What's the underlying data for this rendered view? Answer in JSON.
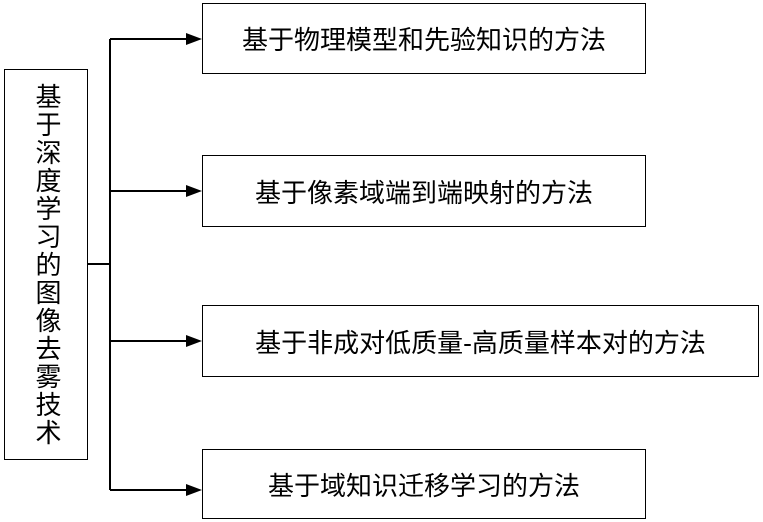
{
  "root": {
    "label": "基于深度学习的图像去雾技术"
  },
  "branches": [
    {
      "label": "基于物理模型和先验知识的方法"
    },
    {
      "label": "基于像素域端到端映射的方法"
    },
    {
      "label": "基于非成对低质量-高质量样本对的方法"
    },
    {
      "label": "基于域知识迁移学习的方法"
    }
  ]
}
